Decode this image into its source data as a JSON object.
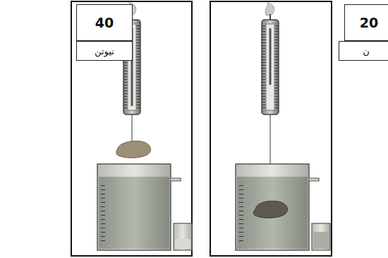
{
  "diagram": {
    "nodes": [
      {
        "text": [
          "40"
        ]
      },
      {
        "text": [
          "نيوتن"
        ]
      },
      {
        "text": [
          "20"
        ]
      },
      {
        "text": [
          "ن"
        ]
      }
    ]
  }
}
